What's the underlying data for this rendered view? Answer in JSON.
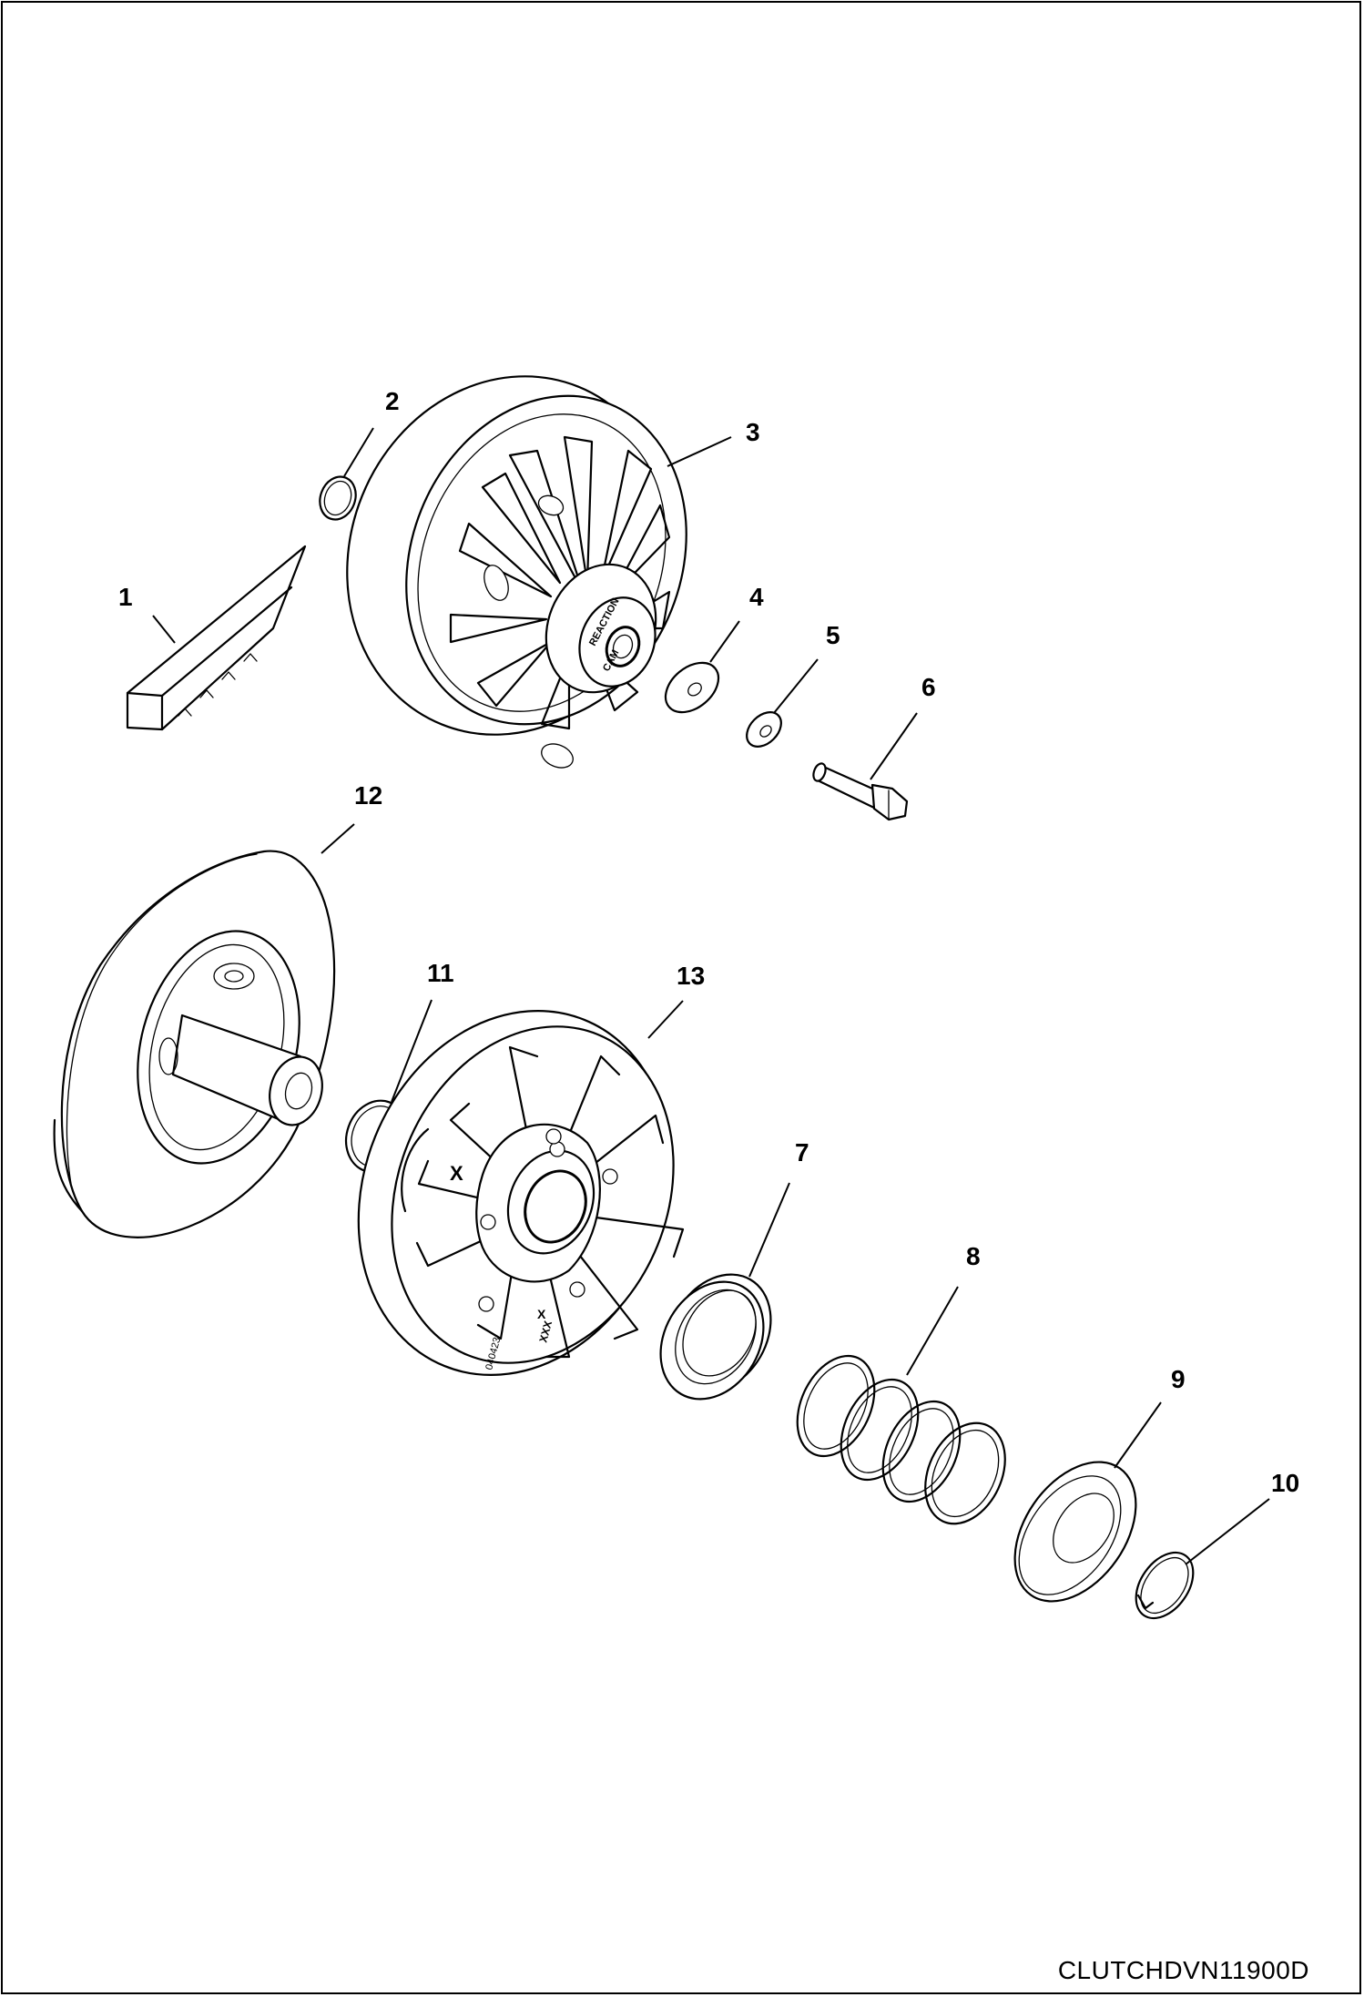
{
  "drawing": {
    "reference_code": "CLUTCHDVN11900D"
  },
  "callouts": [
    {
      "id": "c1",
      "label": "1"
    },
    {
      "id": "c2",
      "label": "2"
    },
    {
      "id": "c3",
      "label": "3"
    },
    {
      "id": "c4",
      "label": "4"
    },
    {
      "id": "c5",
      "label": "5"
    },
    {
      "id": "c6",
      "label": "6"
    },
    {
      "id": "c7",
      "label": "7"
    },
    {
      "id": "c8",
      "label": "8"
    },
    {
      "id": "c9",
      "label": "9"
    },
    {
      "id": "c10",
      "label": "10"
    },
    {
      "id": "c11",
      "label": "11"
    },
    {
      "id": "c12",
      "label": "12"
    },
    {
      "id": "c13",
      "label": "13"
    }
  ],
  "part_markings": {
    "cam_text_1": "REACTION",
    "cam_text_2": "CAM",
    "sheave_mark_x1": "X",
    "sheave_mark_x2": "X",
    "sheave_mark_xxx": "XXX",
    "sheave_mark_num": "040423"
  }
}
